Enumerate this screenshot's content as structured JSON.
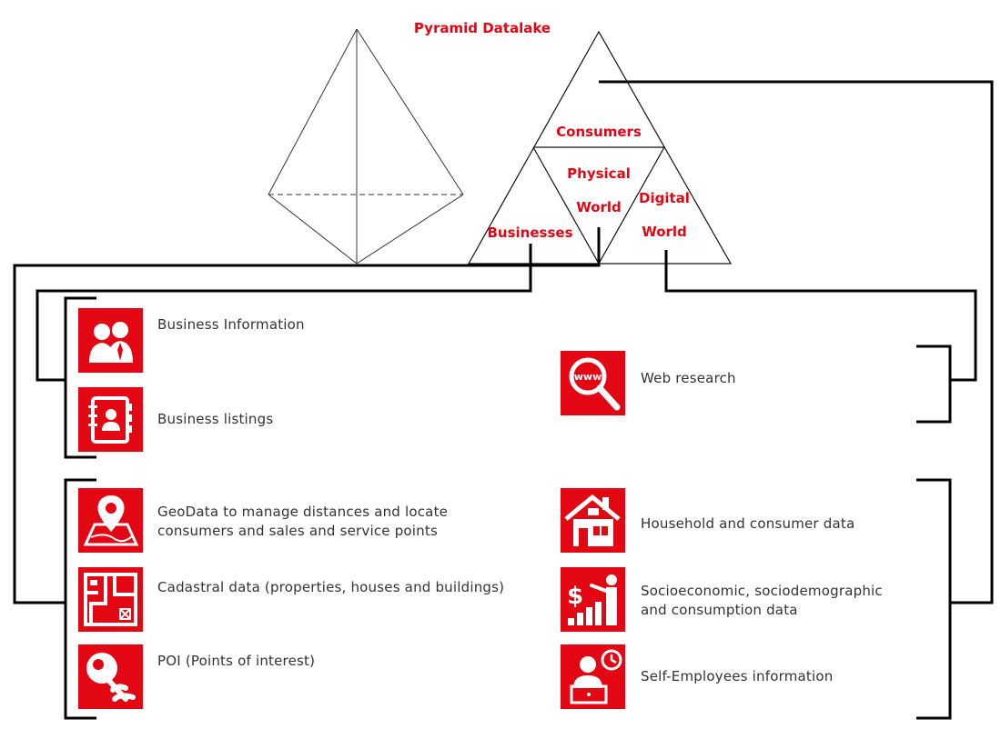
{
  "title": "Pyramid Datalake",
  "triangle_labels": {
    "consumers": "Consumers",
    "physical_world_line1": "Physical",
    "physical_world_line2": "World",
    "digital_world_line1": "Digital",
    "digital_world_line2": "World",
    "businesses": "Businesses"
  },
  "groups": {
    "businesses_top": [
      {
        "icon": "people-icon",
        "text": "Business Information"
      },
      {
        "icon": "contact-book-icon",
        "text": "Business listings"
      }
    ],
    "digital": [
      {
        "icon": "www-magnifier-icon",
        "text": "Web research"
      }
    ],
    "physical": [
      {
        "icon": "map-pin-icon",
        "line1": "GeoData to manage distances and locate",
        "line2": "consumers and sales and service points"
      },
      {
        "icon": "floor-plan-icon",
        "line1": "Cadastral data (properties, houses and buildings)",
        "line2": ""
      },
      {
        "icon": "poi-marker-icon",
        "line1": "POI (Points of interest)",
        "line2": ""
      }
    ],
    "consumers": [
      {
        "icon": "house-icon",
        "line1": "Household and consumer data",
        "line2": ""
      },
      {
        "icon": "growth-chart-icon",
        "line1": "Socioeconomic, sociodemographic",
        "line2": "and consumption data"
      },
      {
        "icon": "laptop-worker-icon",
        "line1": "Self-Employees information",
        "line2": ""
      }
    ]
  },
  "colors": {
    "accent": "#e30613",
    "line": "#000000",
    "text": "#333333"
  }
}
